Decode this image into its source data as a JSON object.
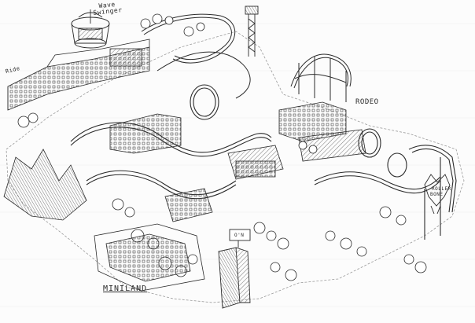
{
  "labels": {
    "wave_line1": "Wave",
    "wave_line2": "Swinger",
    "ride": "Ride",
    "rodeo": "RODEO",
    "miniland": "MINILAND",
    "rollerbone_1": "ROLLER",
    "rollerbone_2": "BONE",
    "sign": "O'N"
  },
  "colors": {
    "ink": "#2b2b2b",
    "paper": "#fcfcfc"
  }
}
